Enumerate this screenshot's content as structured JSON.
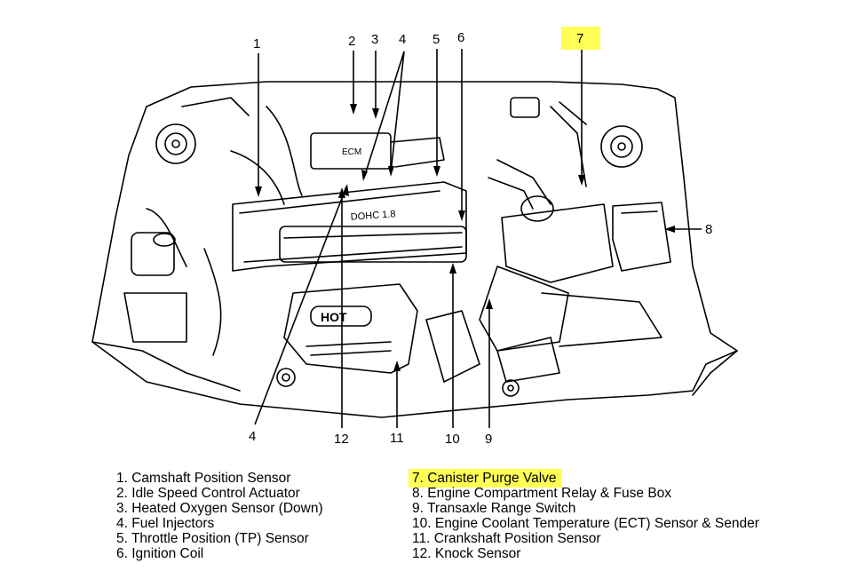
{
  "callouts": {
    "c1": "1",
    "c2": "2",
    "c3": "3",
    "c4a": "4",
    "c4b": "4",
    "c5": "5",
    "c6": "6",
    "c7": "7",
    "c8": "8",
    "c9": "9",
    "c10": "10",
    "c11": "11",
    "c12": "12"
  },
  "engine_labels": {
    "dohc": "DOHC 1.8",
    "hot": "HOT",
    "ecm": "ECM"
  },
  "legend": {
    "left": [
      "1. Camshaft Position Sensor",
      "2. Idle Speed Control Actuator",
      "3. Heated Oxygen Sensor  (Down)",
      "4. Fuel Injectors",
      "5. Throttle Position (TP) Sensor",
      "6. Ignition Coil"
    ],
    "right": [
      "7. Canister Purge Valve",
      "8. Engine Compartment Relay & Fuse Box",
      "9. Transaxle Range Switch",
      "10. Engine Coolant Temperature (ECT) Sensor & Sender",
      "11. Crankshaft Position Sensor",
      "12. Knock Sensor"
    ]
  },
  "highlight_color": "#ffff55"
}
